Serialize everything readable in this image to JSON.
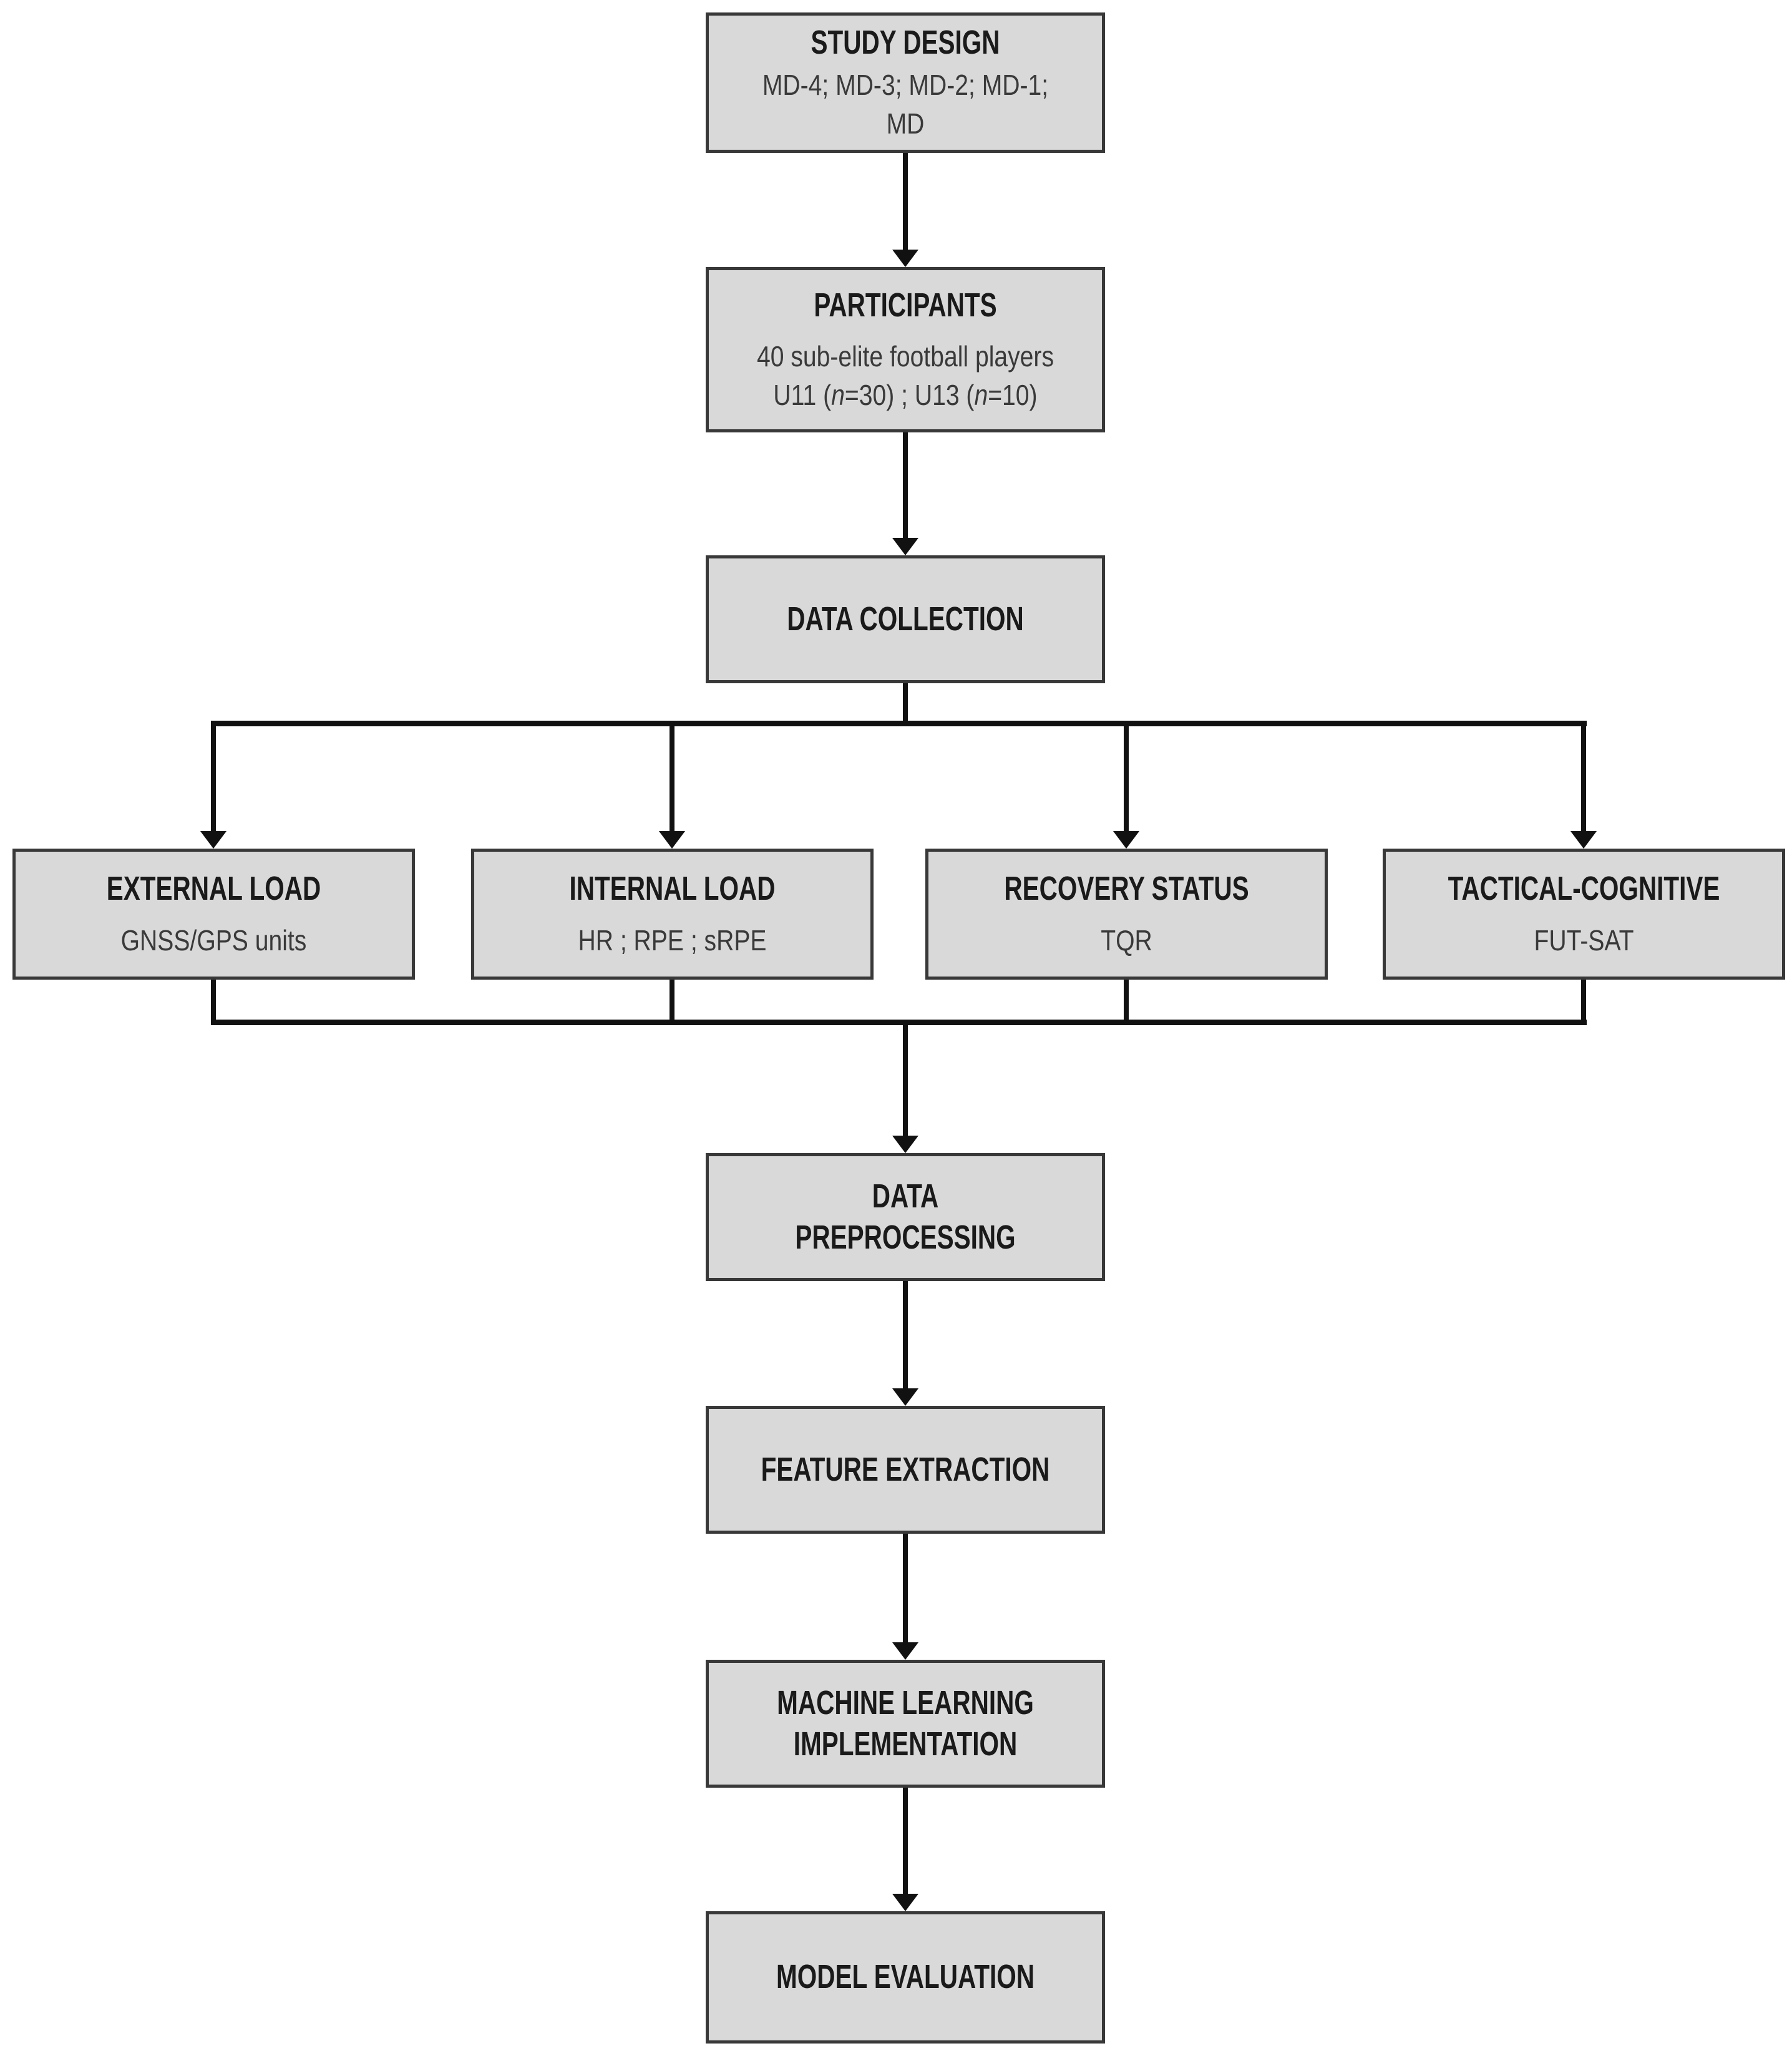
{
  "diagram": {
    "type": "flowchart",
    "colors": {
      "box_fill": "#d9d9d9",
      "box_border": "#383838",
      "connector": "#111111",
      "title_text": "#1a1a1a",
      "subtitle_text": "#3a3a3a",
      "background": "#ffffff"
    },
    "nodes": {
      "study_design": {
        "title": "STUDY DESIGN",
        "subtitle": "MD-4; MD-3; MD-2; MD-1; MD"
      },
      "participants": {
        "title": "PARTICIPANTS",
        "line1": "40 sub-elite football players",
        "line2_pre": "U11 (",
        "line2_n1": "n",
        "line2_mid": "=30) ; U13 (",
        "line2_n2": "n",
        "line2_post": "=10)"
      },
      "data_collection": {
        "title": "DATA COLLECTION"
      },
      "external_load": {
        "title": "EXTERNAL LOAD",
        "subtitle": "GNSS/GPS units"
      },
      "internal_load": {
        "title": "INTERNAL LOAD",
        "subtitle": "HR ; RPE ; sRPE"
      },
      "recovery_status": {
        "title": "RECOVERY STATUS",
        "subtitle": "TQR"
      },
      "tactical_cognitive": {
        "title": "TACTICAL-COGNITIVE",
        "subtitle": "FUT-SAT"
      },
      "data_preprocessing": {
        "title": "DATA PREPROCESSING"
      },
      "feature_extraction": {
        "title": "FEATURE EXTRACTION"
      },
      "machine_learning": {
        "title": "MACHINE LEARNING IMPLEMENTATION"
      },
      "model_evaluation": {
        "title": "MODEL EVALUATION"
      }
    },
    "edges": [
      "study_design -> participants",
      "participants -> data_collection",
      "data_collection -> external_load",
      "data_collection -> internal_load",
      "data_collection -> recovery_status",
      "data_collection -> tactical_cognitive",
      "external_load -> data_preprocessing",
      "internal_load -> data_preprocessing",
      "recovery_status -> data_preprocessing",
      "tactical_cognitive -> data_preprocessing",
      "data_preprocessing -> feature_extraction",
      "feature_extraction -> machine_learning",
      "machine_learning -> model_evaluation"
    ]
  }
}
